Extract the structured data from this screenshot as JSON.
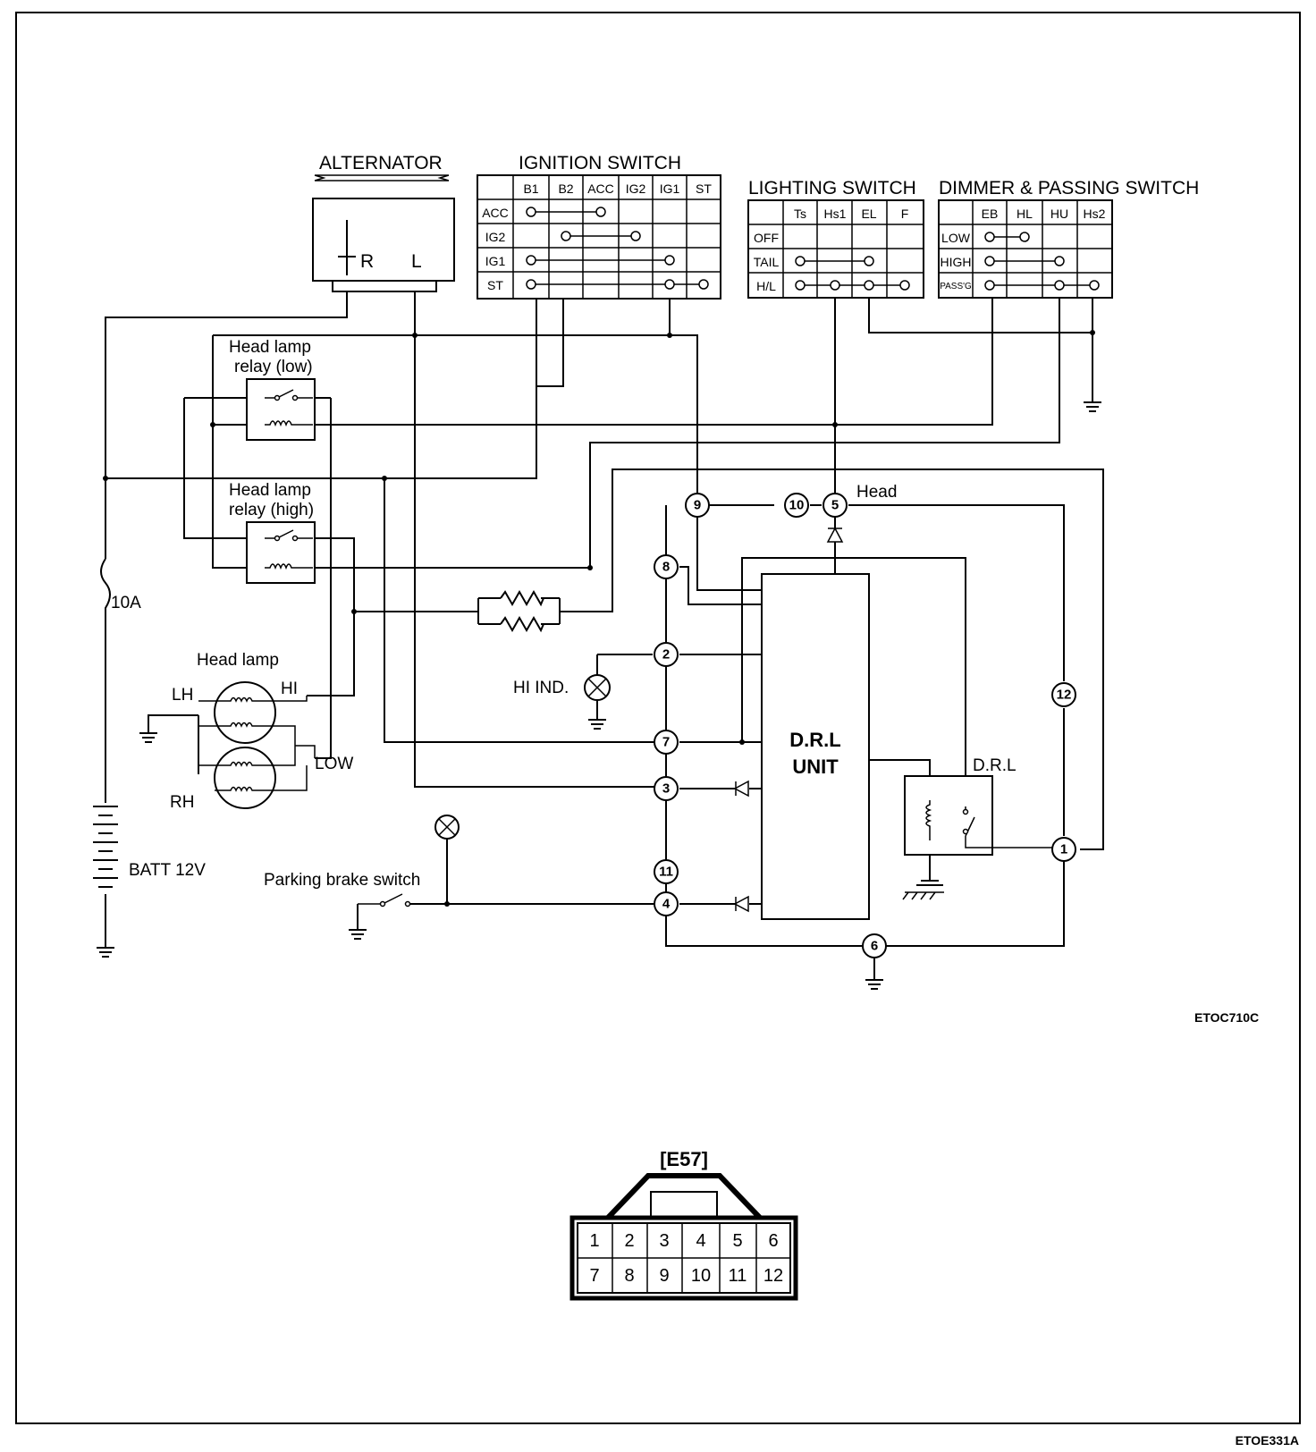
{
  "alternator": {
    "title": "ALTERNATOR",
    "terminal_r": "R",
    "terminal_l": "L"
  },
  "ignition_switch": {
    "title": "IGNITION SWITCH",
    "columns": [
      "B1",
      "B2",
      "ACC",
      "IG2",
      "IG1",
      "ST"
    ],
    "rows": [
      "ACC",
      "IG2",
      "IG1",
      "ST"
    ]
  },
  "lighting_switch": {
    "title": "LIGHTING SWITCH",
    "columns": [
      "Ts",
      "Hs1",
      "EL",
      "F"
    ],
    "rows": [
      "OFF",
      "TAIL",
      "H/L"
    ]
  },
  "dimmer_switch": {
    "title": "DIMMER & PASSING SWITCH",
    "columns": [
      "EB",
      "HL",
      "HU",
      "Hs2"
    ],
    "rows": [
      "LOW",
      "HIGH",
      "PASS'G"
    ]
  },
  "relays": {
    "low": {
      "line1": "Head lamp",
      "line2": "relay (low)"
    },
    "high": {
      "line1": "Head lamp",
      "line2": "relay (high)"
    }
  },
  "fuse": {
    "label": "10A"
  },
  "headlamp": {
    "title": "Head lamp",
    "lh": "LH",
    "rh": "RH",
    "hi": "HI",
    "low": "LOW"
  },
  "battery": {
    "label": "BATT 12V"
  },
  "hi_indicator": {
    "label": "HI IND."
  },
  "parking_brake": {
    "label": "Parking brake switch"
  },
  "drl_unit": {
    "line1": "D.R.L",
    "line2": "UNIT"
  },
  "drl_relay": {
    "label": "D.R.L"
  },
  "head_label": "Head",
  "terminals": [
    "1",
    "2",
    "3",
    "4",
    "5",
    "6",
    "7",
    "8",
    "9",
    "10",
    "11",
    "12"
  ],
  "connector": {
    "title": "[E57]",
    "row1": [
      "1",
      "2",
      "3",
      "4",
      "5",
      "6"
    ],
    "row2": [
      "7",
      "8",
      "9",
      "10",
      "11",
      "12"
    ]
  },
  "figure_code": "ETOC710C",
  "page_code": "ETOE331A"
}
